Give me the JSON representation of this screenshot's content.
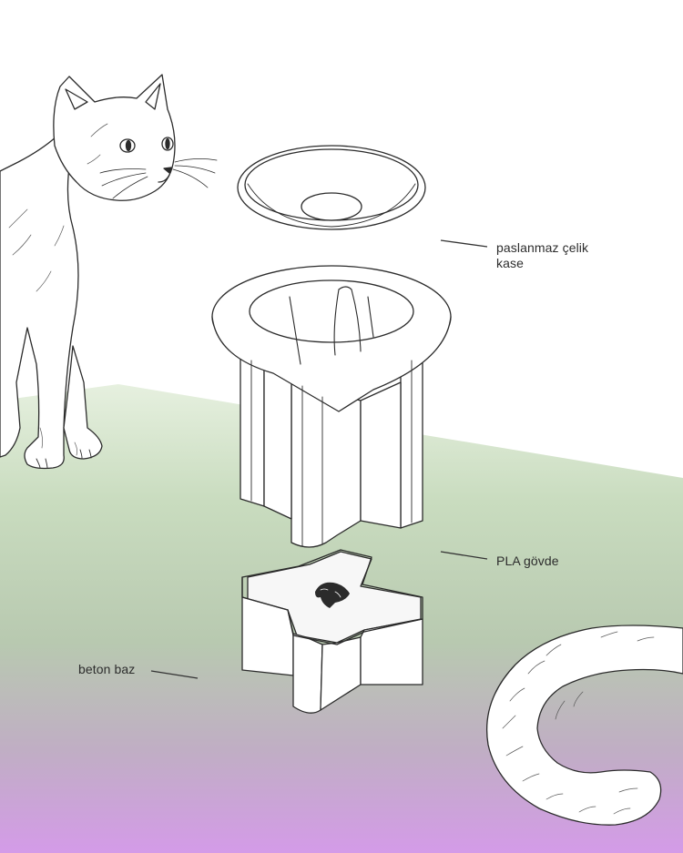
{
  "labels": {
    "bowl_line1": "paslanmaz çelik",
    "bowl_line2": "kase",
    "body": "PLA gövde",
    "base": "beton baz"
  },
  "illustration": {
    "left_figure": "cat-illustration",
    "right_figure": "cat-tail-illustration",
    "logo": "panther-logo"
  },
  "colors": {
    "line": "#2b2b2b",
    "fill": "#ffffff",
    "floor_green": "#cfe2c5",
    "floor_purple": "#d49be8"
  }
}
